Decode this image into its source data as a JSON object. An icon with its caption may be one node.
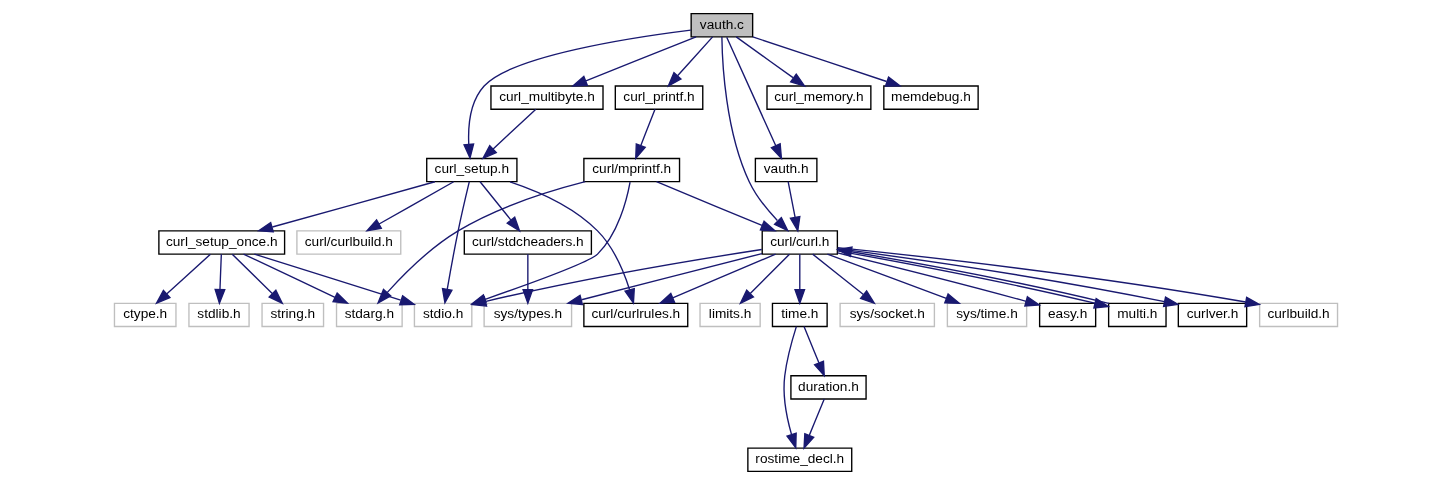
{
  "diagram": {
    "nodes": [
      {
        "text": [
          "vauth.c"
        ]
      },
      {
        "text": [
          "curl_multibyte.h"
        ]
      },
      {
        "text": [
          "curl_printf.h"
        ]
      },
      {
        "text": [
          "curl_memory.h"
        ]
      },
      {
        "text": [
          "memdebug.h"
        ]
      },
      {
        "text": [
          "curl_setup.h"
        ]
      },
      {
        "text": [
          "curl/mprintf.h"
        ]
      },
      {
        "text": [
          "vauth.h"
        ]
      },
      {
        "text": [
          "curl_setup_once.h"
        ]
      },
      {
        "text": [
          "curl/curlbuild.h"
        ]
      },
      {
        "text": [
          "curl/stdcheaders.h"
        ]
      },
      {
        "text": [
          "curl/curl.h"
        ]
      },
      {
        "text": [
          "ctype.h"
        ]
      },
      {
        "text": [
          "stdlib.h"
        ]
      },
      {
        "text": [
          "string.h"
        ]
      },
      {
        "text": [
          "stdarg.h"
        ]
      },
      {
        "text": [
          "stdio.h"
        ]
      },
      {
        "text": [
          "curl/curlrules.h"
        ]
      },
      {
        "text": [
          "sys/types.h"
        ]
      },
      {
        "text": [
          "sys/time.h"
        ]
      },
      {
        "text": [
          "easy.h"
        ]
      },
      {
        "text": [
          "multi.h"
        ]
      },
      {
        "text": [
          "curlver.h"
        ]
      },
      {
        "text": [
          "curlbuild.h"
        ]
      },
      {
        "text": [
          "limits.h"
        ]
      },
      {
        "text": [
          "time.h"
        ]
      },
      {
        "text": [
          "sys/socket.h"
        ]
      },
      {
        "text": [
          "duration.h"
        ]
      },
      {
        "text": [
          "rostime_decl.h"
        ]
      }
    ],
    "edges": [
      {
        "from": 0,
        "to": 1,
        "arrow": "to"
      },
      {
        "from": 0,
        "to": 5,
        "arrow": "to"
      },
      {
        "from": 0,
        "to": 2,
        "arrow": "to"
      },
      {
        "from": 0,
        "to": 11,
        "arrow": "to"
      },
      {
        "from": 0,
        "to": 7,
        "arrow": "to"
      },
      {
        "from": 0,
        "to": 3,
        "arrow": "to"
      },
      {
        "from": 0,
        "to": 4,
        "arrow": "to"
      },
      {
        "from": 1,
        "to": 5,
        "arrow": "to"
      },
      {
        "from": 2,
        "to": 6,
        "arrow": "to"
      },
      {
        "from": 5,
        "to": 8,
        "arrow": "to"
      },
      {
        "from": 5,
        "to": 9,
        "arrow": "to"
      },
      {
        "from": 5,
        "to": 16,
        "arrow": "to"
      },
      {
        "from": 5,
        "to": 17,
        "arrow": "to"
      },
      {
        "from": 5,
        "to": 10,
        "arrow": "to"
      },
      {
        "from": 6,
        "to": 15,
        "arrow": "to"
      },
      {
        "from": 6,
        "to": 16,
        "arrow": "to"
      },
      {
        "from": 6,
        "to": 11,
        "arrow": "to"
      },
      {
        "from": 7,
        "to": 11,
        "arrow": "to"
      },
      {
        "from": 8,
        "to": 12,
        "arrow": "to"
      },
      {
        "from": 8,
        "to": 13,
        "arrow": "to"
      },
      {
        "from": 8,
        "to": 14,
        "arrow": "to"
      },
      {
        "from": 8,
        "to": 15,
        "arrow": "to"
      },
      {
        "from": 8,
        "to": 16,
        "arrow": "to"
      },
      {
        "from": 10,
        "to": 18,
        "arrow": "to"
      },
      {
        "from": 11,
        "to": 16,
        "arrow": "to"
      },
      {
        "from": 11,
        "to": 17,
        "arrow": "to"
      },
      {
        "from": 11,
        "to": 18,
        "arrow": "to"
      },
      {
        "from": 11,
        "to": 19,
        "arrow": "to"
      },
      {
        "from": 11,
        "to": 20,
        "arrow": "to"
      },
      {
        "from": 11,
        "to": 21,
        "arrow": "to"
      },
      {
        "from": 11,
        "to": 22,
        "arrow": "to"
      },
      {
        "from": 11,
        "to": 23,
        "arrow": "to"
      },
      {
        "from": 11,
        "to": 24,
        "arrow": "to"
      },
      {
        "from": 11,
        "to": 25,
        "arrow": "to"
      },
      {
        "from": 11,
        "to": 26,
        "arrow": "to"
      },
      {
        "from": 21,
        "to": 11,
        "arrow": "to"
      },
      {
        "from": 25,
        "to": 28,
        "arrow": "to"
      },
      {
        "from": 25,
        "to": 27,
        "arrow": "to"
      },
      {
        "from": 27,
        "to": 28,
        "arrow": "to"
      }
    ]
  }
}
